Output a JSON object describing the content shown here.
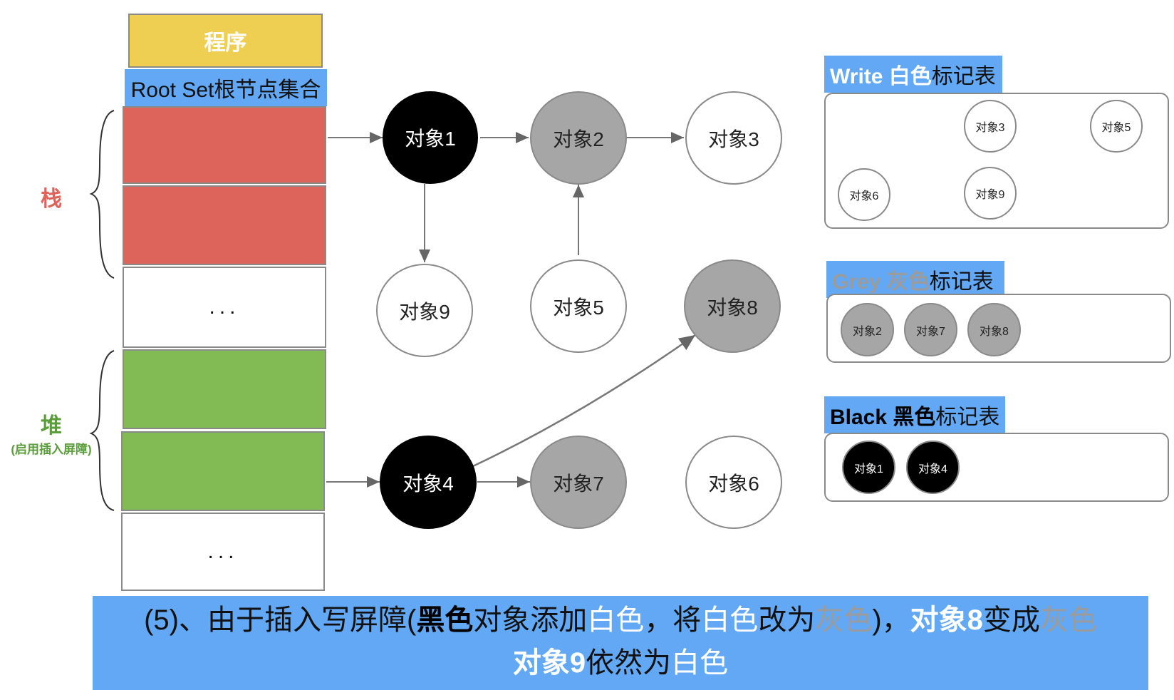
{
  "left_stack": {
    "program_label": "程序",
    "rootset_label": "Root Set根节点集合",
    "stack_label": "栈",
    "heap_label": "堆",
    "heap_sub_label": "(启用插入屏障)",
    "ellipsis": "..."
  },
  "nodes": {
    "obj1": "对象1",
    "obj2": "对象2",
    "obj3": "对象3",
    "obj9": "对象9",
    "obj5": "对象5",
    "obj8": "对象8",
    "obj4": "对象4",
    "obj7": "对象7",
    "obj6": "对象6"
  },
  "tables": {
    "white": {
      "title_color_word": "Write 白色",
      "title_suffix": "标记表",
      "items": [
        "对象3",
        "对象5",
        "对象6",
        "对象9"
      ]
    },
    "grey": {
      "title_color_word": "Grey 灰色",
      "title_suffix": "标记表",
      "items": [
        "对象2",
        "对象7",
        "对象8"
      ]
    },
    "black": {
      "title_color_word": "Black 黑色",
      "title_suffix": "标记表",
      "items": [
        "对象1",
        "对象4"
      ]
    }
  },
  "caption": {
    "p1": "(5)、由于插入写屏障(",
    "p2": "黑色",
    "p3": "对象添加",
    "p4": "白色",
    "p5": "，将",
    "p6": "白色",
    "p7": "改为",
    "p8": "灰色",
    "p9": ")，",
    "p10": "对象8",
    "p11": "变成",
    "p12": "灰色",
    "p13": "对象9",
    "p14": "依然为",
    "p15": "白色"
  },
  "colors": {
    "program": "#efcf52",
    "rootset": "#62a8f4",
    "stack_slot": "#dc645b",
    "heap_slot": "#82bb54",
    "grey_node": "#a6a6a6",
    "black_node": "#000000",
    "caption_bg": "#62a8f4"
  }
}
